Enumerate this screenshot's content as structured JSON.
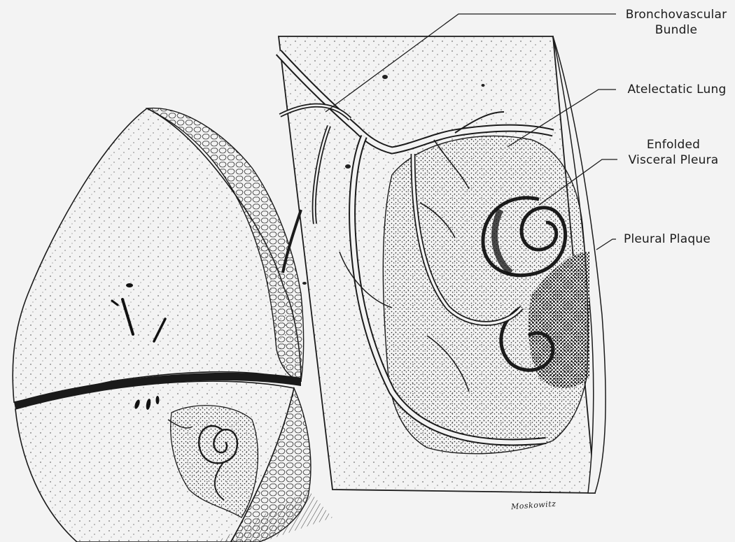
{
  "labels": {
    "bronchovascular_line1": "Bronchovascular",
    "bronchovascular_line2": "Bundle",
    "atelectatic": "Atelectatic Lung",
    "enfolded_line1": "Enfolded",
    "enfolded_line2": "Visceral Pleura",
    "pleural_plaque": "Pleural Plaque"
  },
  "signature": "Moskowitz",
  "colors": {
    "ink": "#1b1b1b",
    "paper": "#f3f3f3"
  }
}
